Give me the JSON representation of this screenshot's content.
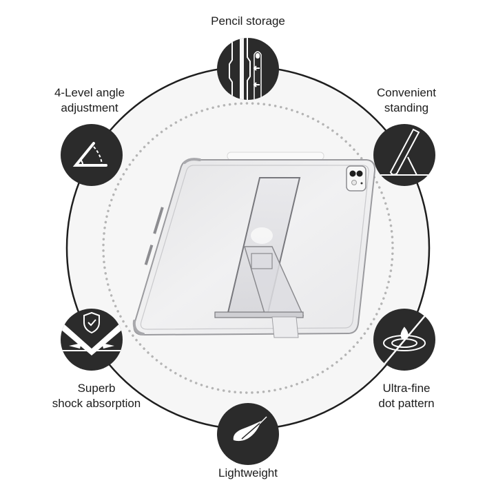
{
  "colors": {
    "background": "#ffffff",
    "disc_fill": "#f6f6f6",
    "ring_stroke": "#1e1e1e",
    "dotted_ring": "#b5b5b5",
    "icon_fill": "#2b2b2b",
    "icon_line": "#ffffff"
  },
  "product": {
    "name": "clear-tablet-case-with-kickstand",
    "depicted": "Transparent tablet case with pencil holder and foldable kickstand"
  },
  "features": [
    {
      "id": "pencil-storage",
      "icon": "pencil-storage-icon",
      "lines": [
        "Pencil storage"
      ]
    },
    {
      "id": "angle-adjustment",
      "icon": "angle-adjustment-icon",
      "lines": [
        "4-Level angle",
        "adjustment"
      ]
    },
    {
      "id": "convenient-standing",
      "icon": "kickstand-icon",
      "lines": [
        "Convenient",
        "standing"
      ]
    },
    {
      "id": "shock-absorption",
      "icon": "shield-shock-icon",
      "lines": [
        "Superb",
        "shock absorption"
      ]
    },
    {
      "id": "dot-pattern",
      "icon": "water-drop-ripple-icon",
      "lines": [
        "Ultra-fine",
        "dot pattern"
      ]
    },
    {
      "id": "lightweight",
      "icon": "feather-icon",
      "lines": [
        "Lightweight"
      ]
    }
  ]
}
